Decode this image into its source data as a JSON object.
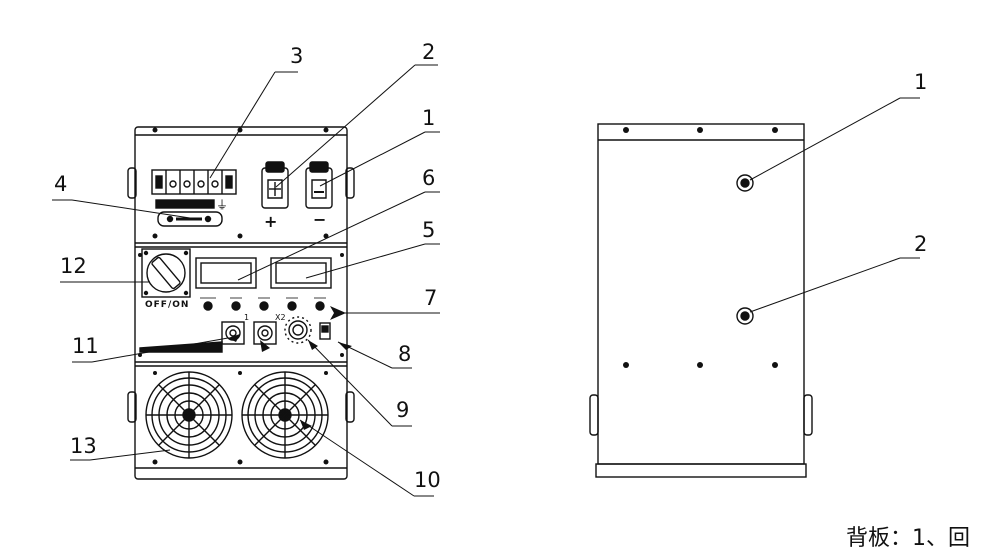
{
  "callouts": [
    {
      "label": "3",
      "id": "3"
    },
    {
      "label": "2",
      "id": "2"
    },
    {
      "label": "1",
      "id": "1"
    },
    {
      "label": "6",
      "id": "6"
    },
    {
      "label": "4",
      "id": "4"
    },
    {
      "label": "5",
      "id": "5"
    },
    {
      "label": "12",
      "id": "12"
    },
    {
      "label": "7",
      "id": "7"
    },
    {
      "label": "11",
      "id": "11"
    },
    {
      "label": "8",
      "id": "8"
    },
    {
      "label": "9",
      "id": "9"
    },
    {
      "label": "13",
      "id": "13"
    },
    {
      "label": "10",
      "id": "10"
    }
  ],
  "back_callouts": [
    {
      "label": "1"
    },
    {
      "label": "2"
    }
  ],
  "labels": {
    "plus": "+",
    "minus": "−",
    "offon": "OFF/ON",
    "ground": "⏚",
    "x1": "1",
    "x2": "X2"
  },
  "caption": "背板：1、回"
}
